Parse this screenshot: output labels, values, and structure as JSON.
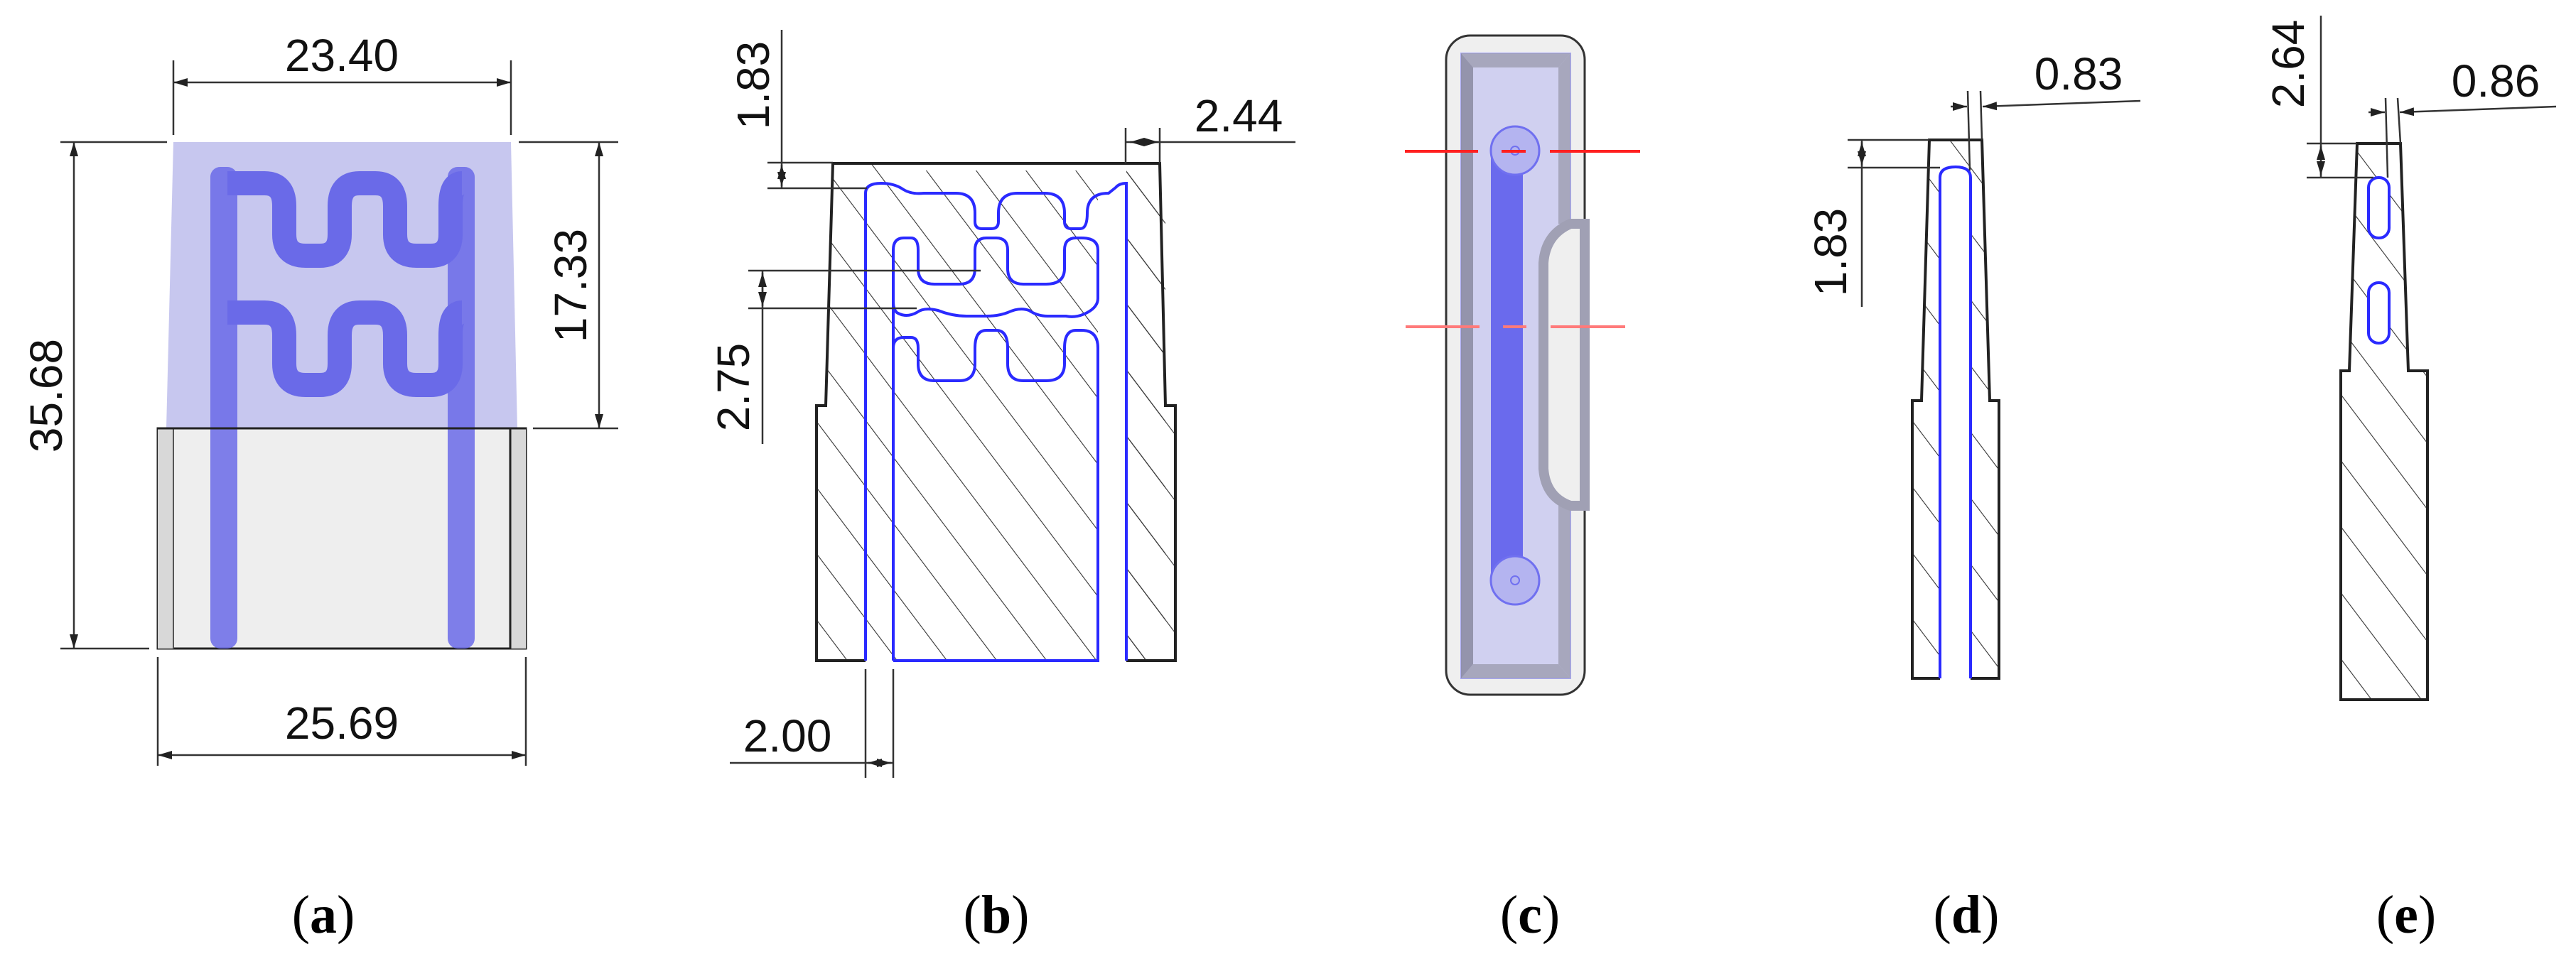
{
  "figure": {
    "panels": [
      {
        "id": "a",
        "caption_letter": "a",
        "view": "front view, translucent 3D render with serpentine cooling channel",
        "dimensions": {
          "top_width": "23.40",
          "bottom_width": "25.69",
          "total_height": "35.68",
          "upper_height": "17.33"
        }
      },
      {
        "id": "b",
        "caption_letter": "b",
        "view": "front section, hatched, with channel outline",
        "dimensions": {
          "top_offset": "1.83",
          "wall_thickness": "2.44",
          "channel_pitch": "2.75",
          "channel_width": "2.00"
        }
      },
      {
        "id": "c",
        "caption_letter": "c",
        "view": "side view render with two section cut lines",
        "cut_line_color": "#ff2020",
        "cut_line_color_2": "#ff8080"
      },
      {
        "id": "d",
        "caption_letter": "d",
        "view": "section at upper cut line",
        "dimensions": {
          "top_offset": "1.83",
          "top_wall": "0.83"
        }
      },
      {
        "id": "e",
        "caption_letter": "e",
        "view": "section at middle cut line",
        "dimensions": {
          "top_offset": "2.64",
          "top_wall": "0.86"
        }
      }
    ],
    "colors": {
      "channel_blue": "#2a2aff",
      "translucent_fill": "#c8c8ee",
      "channel_fill": "#6a6ae8",
      "body_gray": "#eeeeee",
      "outline": "#222222"
    }
  },
  "labels": {
    "a_top": "23.40",
    "a_bottom": "25.69",
    "a_height": "35.68",
    "a_upper": "17.33",
    "b_top_offset": "1.83",
    "b_wall": "2.44",
    "b_pitch": "2.75",
    "b_channel": "2.00",
    "d_top_offset": "1.83",
    "d_wall": "0.83",
    "e_top_offset": "2.64",
    "e_wall": "0.86"
  },
  "captions": {
    "open": "(",
    "close": ")",
    "a": "a",
    "b": "b",
    "c": "c",
    "d": "d",
    "e": "e"
  }
}
